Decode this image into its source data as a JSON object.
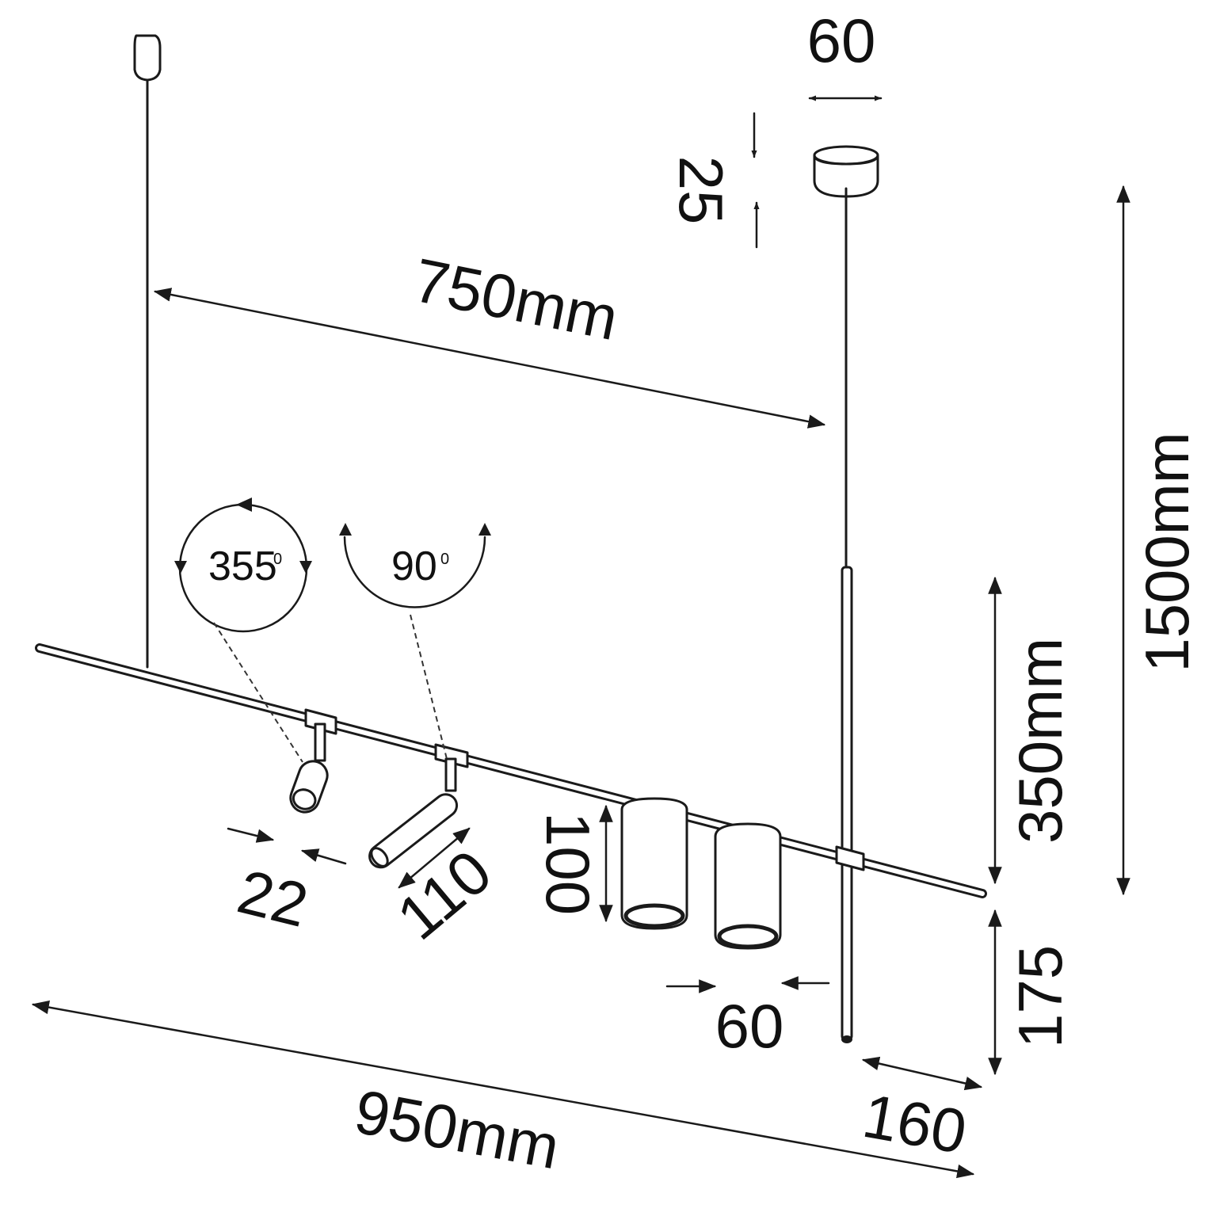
{
  "dimensions": {
    "canopy_width": "60",
    "canopy_height": "25",
    "suspension_span": "750mm",
    "total_length": "950mm",
    "total_drop": "1500mm",
    "rod_top_height": "350mm",
    "rod_bottom_height": "175",
    "rod_offset": "160",
    "small_spot_diameter": "22",
    "small_spot_length": "110",
    "cylinder_height": "100",
    "cylinder_diameter": "60"
  },
  "rotation": {
    "horizontal_value": "355",
    "vertical_value": "90",
    "degree_mark": "0"
  },
  "colors": {
    "ink": "#1a1a1a",
    "background": "#ffffff"
  }
}
